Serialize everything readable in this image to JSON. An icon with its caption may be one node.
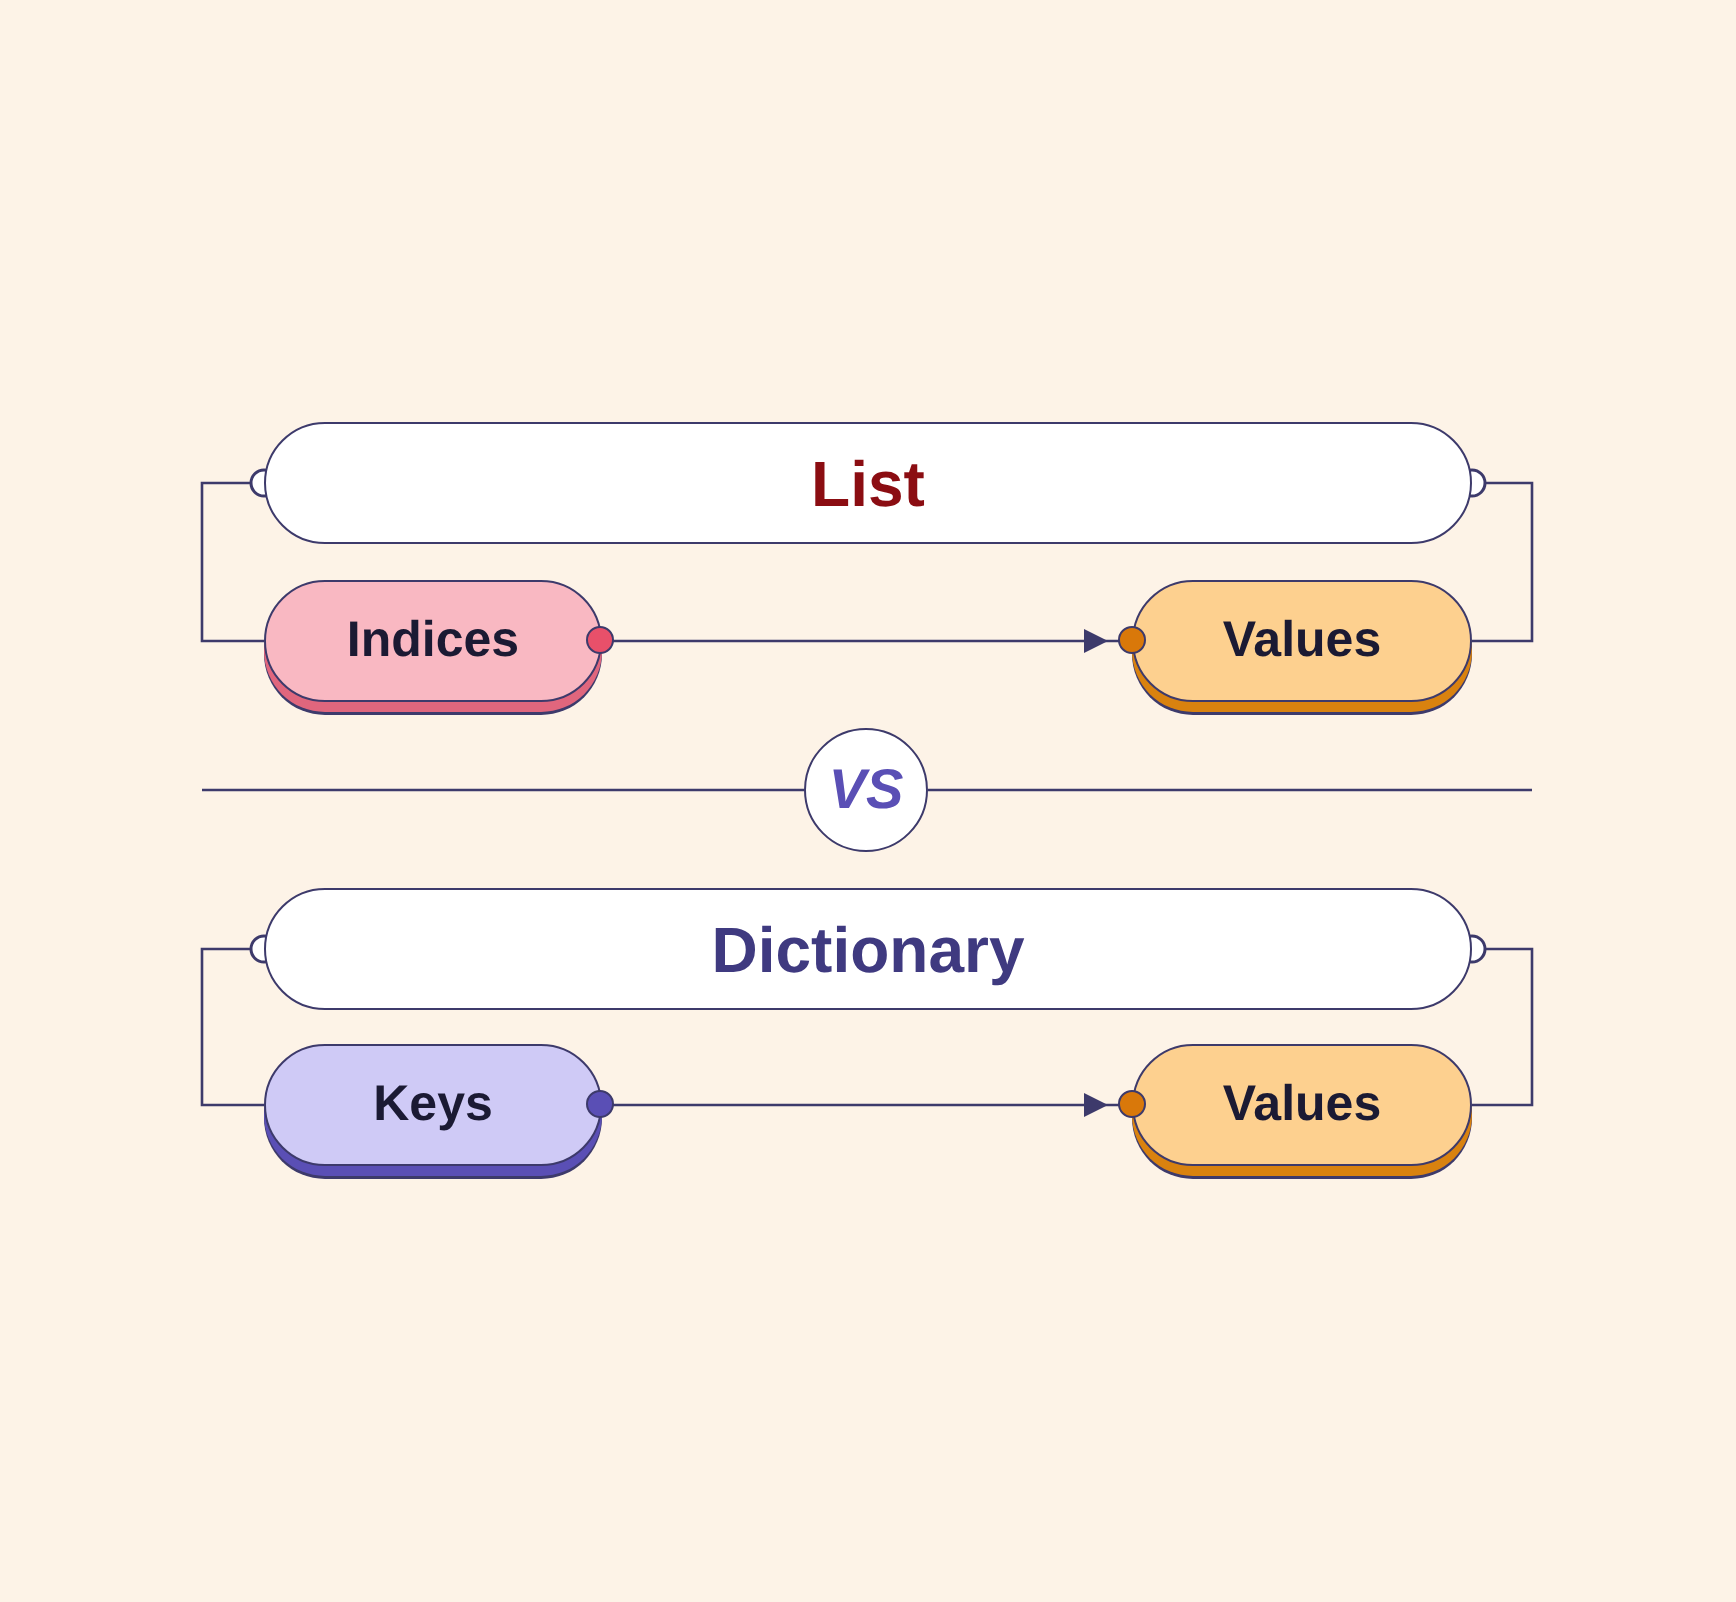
{
  "diagram": {
    "nodes": [
      {
        "text": [
          "List"
        ]
      },
      {
        "text": [
          "Indices"
        ]
      },
      {
        "text": [
          "Values"
        ]
      },
      {
        "text": [
          "VS"
        ]
      },
      {
        "text": [
          "Dictionary"
        ]
      },
      {
        "text": [
          "Keys"
        ]
      },
      {
        "text": [
          "Values"
        ]
      }
    ],
    "edges": [
      {
        "from": 0,
        "to": 1,
        "arrow": "other"
      },
      {
        "from": 0,
        "to": 2,
        "arrow": "other"
      },
      {
        "from": 1,
        "to": 2,
        "arrow": "to"
      },
      {
        "from": 4,
        "to": 5,
        "arrow": "other"
      },
      {
        "from": 4,
        "to": 6,
        "arrow": "other"
      },
      {
        "from": 5,
        "to": 6,
        "arrow": "to"
      }
    ]
  }
}
